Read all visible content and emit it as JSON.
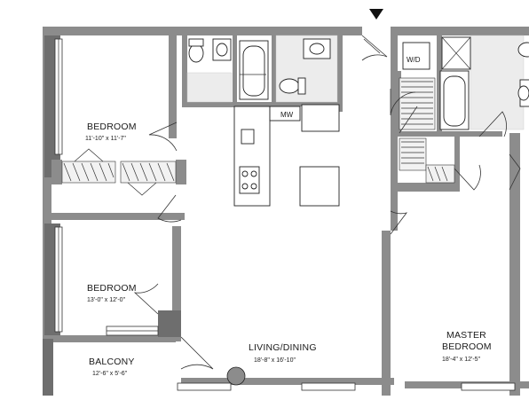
{
  "plan": {
    "rooms": {
      "bedroom_1": {
        "name": "BEDROOM",
        "dims": "11'-10\" x 11'-7\""
      },
      "bedroom_2": {
        "name": "BEDROOM",
        "dims": "13'-0\" x 12'-0\""
      },
      "balcony": {
        "name": "BALCONY",
        "dims": "12'-6\" x 5'-6\""
      },
      "living": {
        "name": "LIVING/DINING",
        "dims": "18'-8\" x 16'-10\""
      },
      "master": {
        "name_line1": "MASTER",
        "name_line2": "BEDROOM",
        "dims": "18'-4\" x 12'-5\""
      }
    },
    "labels": {
      "microwave": "MW",
      "washer_dryer": "W/D"
    },
    "icons": {
      "entry_arrow": "entry-arrow-icon"
    },
    "colors": {
      "wall": "#8c8c8c",
      "line": "#222222",
      "tile": "#ececec"
    }
  }
}
